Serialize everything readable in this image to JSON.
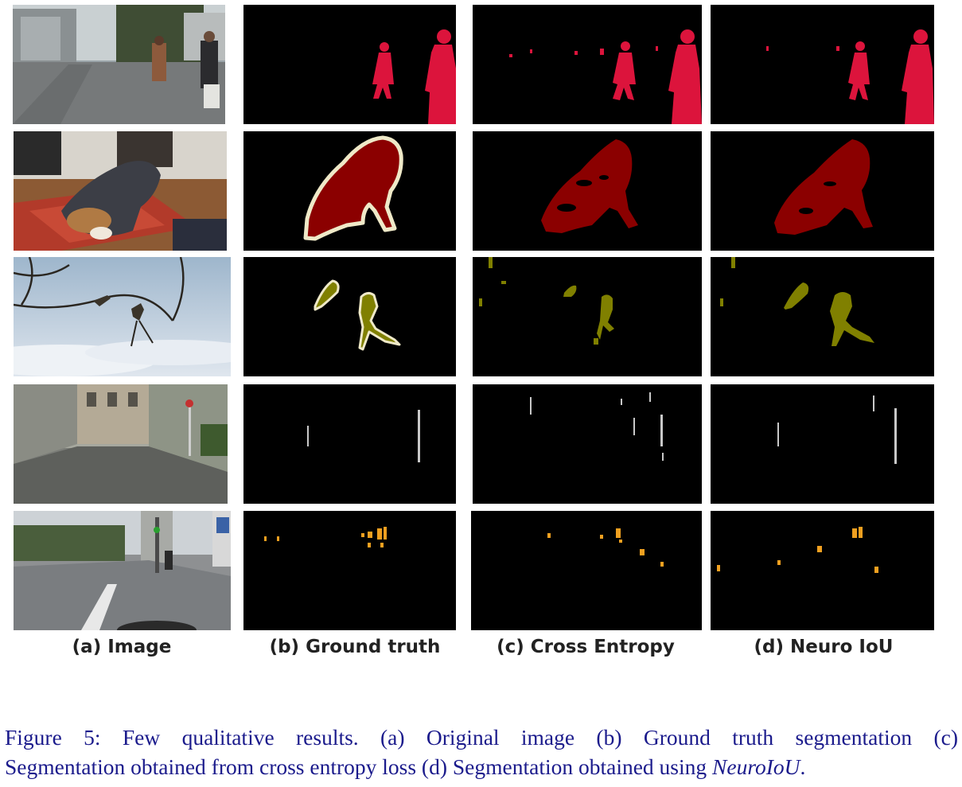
{
  "column_labels": {
    "a": "(a) Image",
    "b": "(b) Ground truth",
    "c": "(c) Cross Entropy",
    "d": "(d) Neuro IoU"
  },
  "caption": {
    "line1": "Figure 5: Few qualitative results. (a) Original image (b) Ground truth segmentation (c)",
    "line2_prefix": "Segmentation obtained from cross entropy loss (d) Segmentation obtained using ",
    "line2_method": "NeuroIoU",
    "line2_suffix": "."
  },
  "rows": [
    {
      "scene": "street-pedestrians",
      "class_color": "#dc143c"
    },
    {
      "scene": "dog-on-rug",
      "class_color": "#8b0000"
    },
    {
      "scene": "birds-on-branch",
      "class_color": "#808000"
    },
    {
      "scene": "street-poles",
      "class_color": "#c8c8c8"
    },
    {
      "scene": "street-traffic-signs",
      "class_color": "#f0a020"
    }
  ],
  "colors": {
    "mask_background": "#000000",
    "boundary": "#efe9c8",
    "caption_text": "#1b1b8c"
  }
}
